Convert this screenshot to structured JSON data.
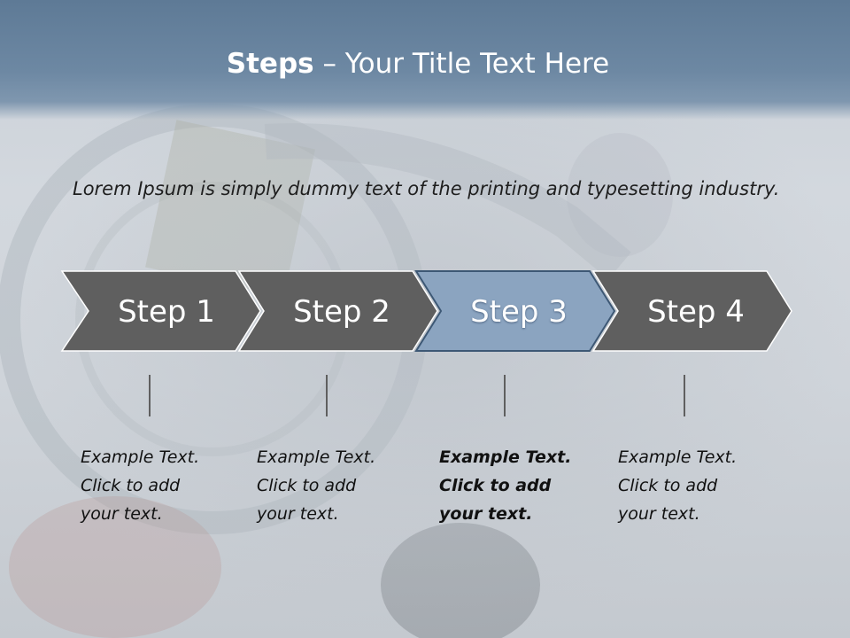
{
  "slide": {
    "title_bold": "Steps",
    "title_rest": " – Your Title Text Here",
    "intro": "Lorem Ipsum is simply dummy text of the printing and typesetting industry."
  },
  "steps": [
    {
      "label": "Step 1",
      "active": false,
      "lines": [
        "Example Text.",
        "Click  to add",
        "your text."
      ]
    },
    {
      "label": "Step 2",
      "active": false,
      "lines": [
        "Example Text.",
        "Click  to add",
        "your text."
      ]
    },
    {
      "label": "Step 3",
      "active": true,
      "lines": [
        "Example Text.",
        "Click  to add",
        "your text."
      ]
    },
    {
      "label": "Step 4",
      "active": false,
      "lines": [
        "Example Text.",
        "Click  to add",
        "your text."
      ]
    }
  ],
  "colors": {
    "header": "#6d88a3",
    "chevron_default": "#5f5f5f",
    "chevron_active": "#8ba4c0",
    "chevron_active_border": "#3d5875",
    "title_text": "#ffffff"
  }
}
